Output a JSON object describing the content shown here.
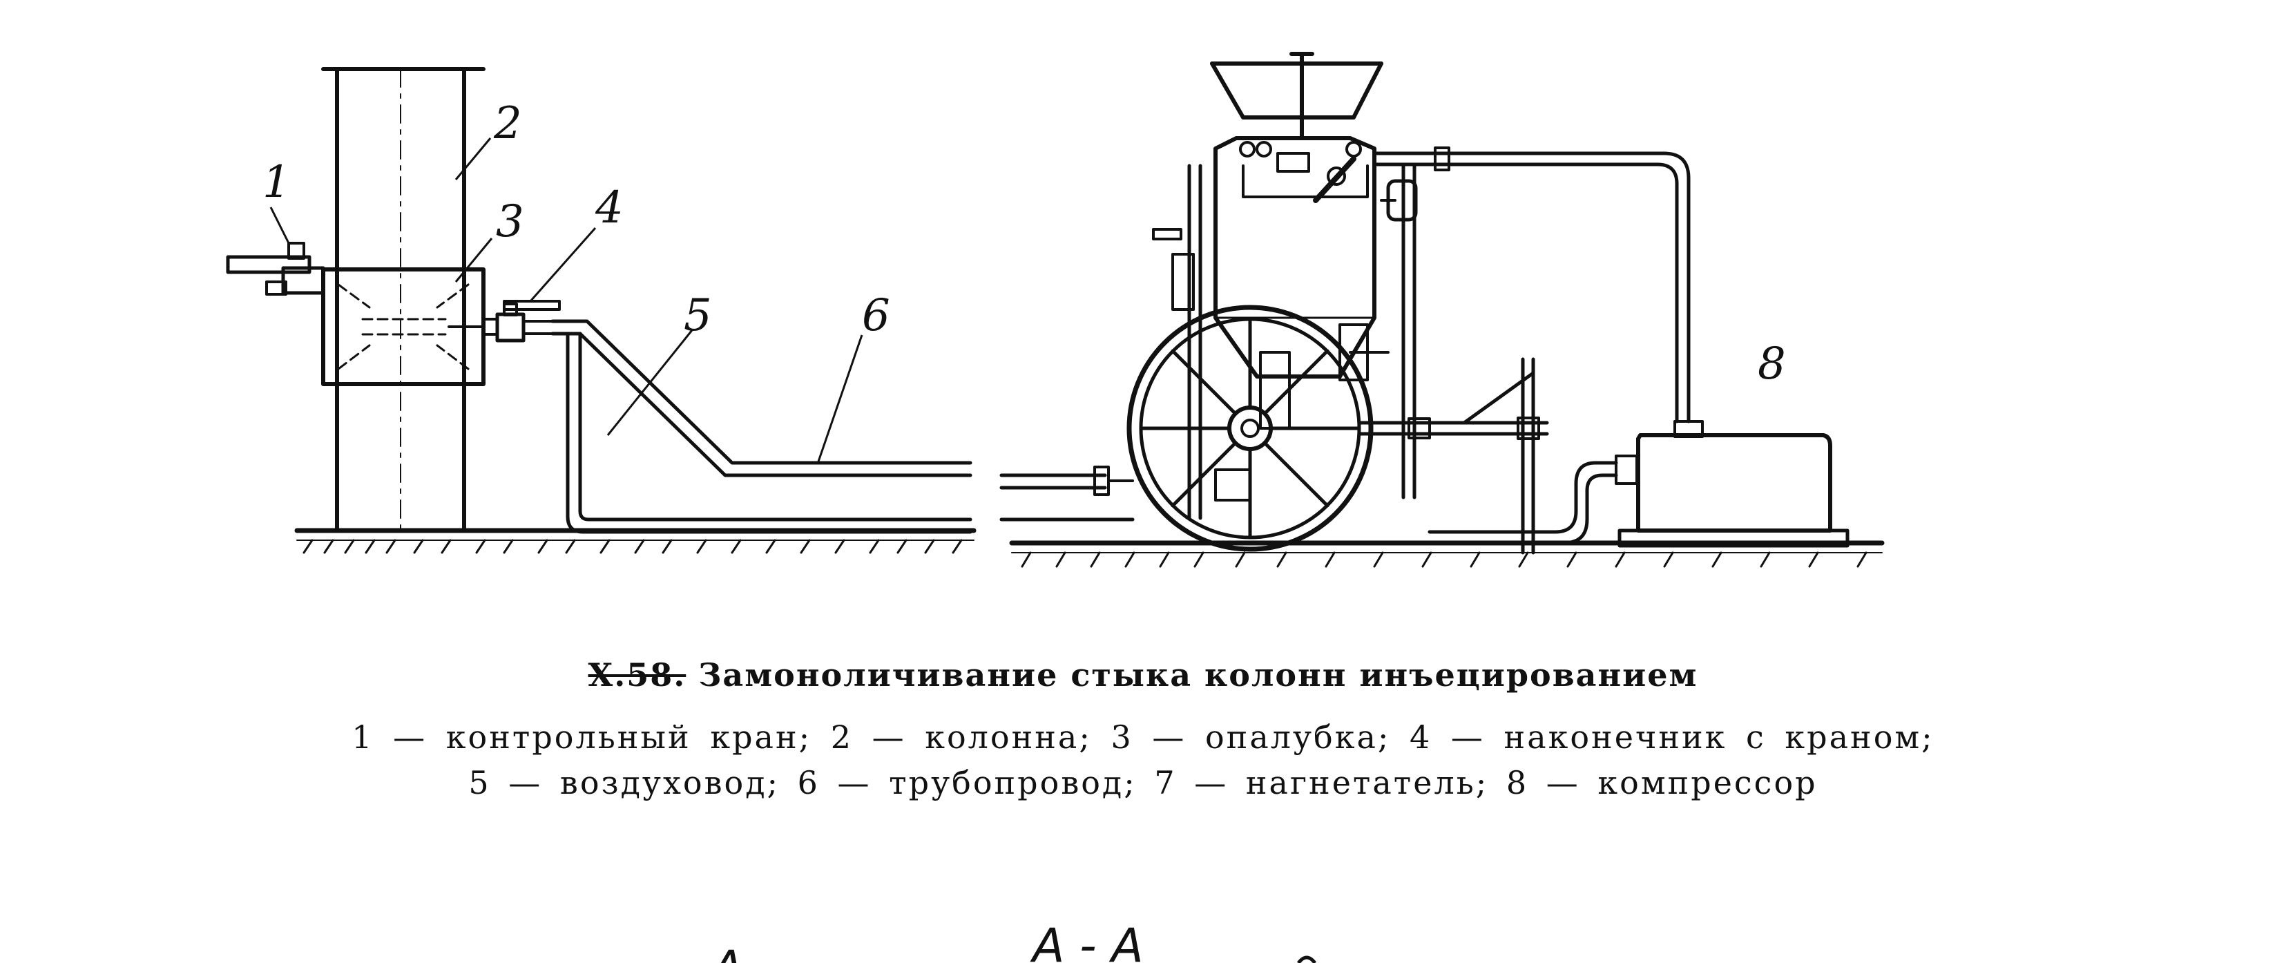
{
  "figure": {
    "number": "X.58.",
    "title": "Замоноличивание стыка колонн инъецированием",
    "legend_line_1": "1 — контрольный кран; 2 — колонна; 3 — опалубка; 4 — наконечник с краном;",
    "legend_line_2": "5 — воздуховод; 6 — трубопровод; 7 — нагнетатель; 8 — компрессор",
    "labels": {
      "l1": "1",
      "l2": "2",
      "l3": "3",
      "l4": "4",
      "l5": "5",
      "l6": "6",
      "l8": "8"
    },
    "section_heading": "А - А",
    "section_letter_left": "А"
  }
}
